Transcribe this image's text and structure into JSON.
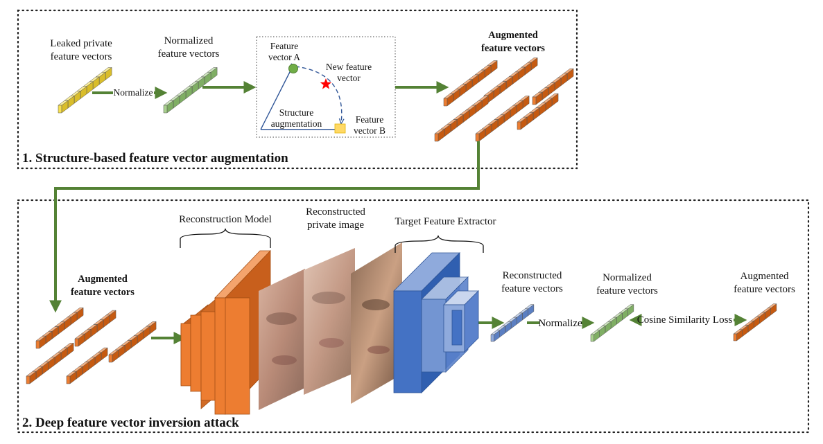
{
  "sections": {
    "stage1_title": "1. Structure-based feature vector augmentation",
    "stage2_title": "2. Deep feature vector inversion attack"
  },
  "stage1": {
    "leaked_label": [
      "Leaked private",
      "feature vectors"
    ],
    "normalize_label": "Normalize",
    "normalized_label": [
      "Normalized",
      "feature vectors"
    ],
    "augmented_label": [
      "Augmented",
      "feature vectors"
    ],
    "augmentation_box": {
      "vector_a": [
        "Feature",
        "vector A"
      ],
      "vector_b": [
        "Feature",
        "vector B"
      ],
      "new_vector": [
        "New feature",
        "vector"
      ],
      "structure": [
        "Structure",
        "augmentation"
      ]
    }
  },
  "stage2": {
    "augmented_label": [
      "Augmented",
      "feature vectors"
    ],
    "reconstruction_model_label": "Reconstruction Model",
    "reconstructed_image_label": [
      "Reconstructed",
      "private image"
    ],
    "target_extractor_label": "Target Feature Extractor",
    "reconstructed_vectors_label": [
      "Reconstructed",
      "feature vectors"
    ],
    "normalize_label": "Normalize",
    "normalized_label": [
      "Normalized",
      "feature vectors"
    ],
    "cosine_label": "Cosine Similarity Loss",
    "augmented_right_label": [
      "Augmented",
      "feature vectors"
    ]
  },
  "colors": {
    "yellow": "#f7e04f",
    "green_light": "#a9d18e",
    "orange": "#ed7d31",
    "blue": "#4472c4",
    "blue_light": "#8faadc",
    "arrow_green": "#548235",
    "dotted_border": "#222222",
    "skin": "#c99a84"
  },
  "icons": {
    "vector_a": "green-circle",
    "vector_b": "yellow-square",
    "new_vector": "red-star"
  }
}
